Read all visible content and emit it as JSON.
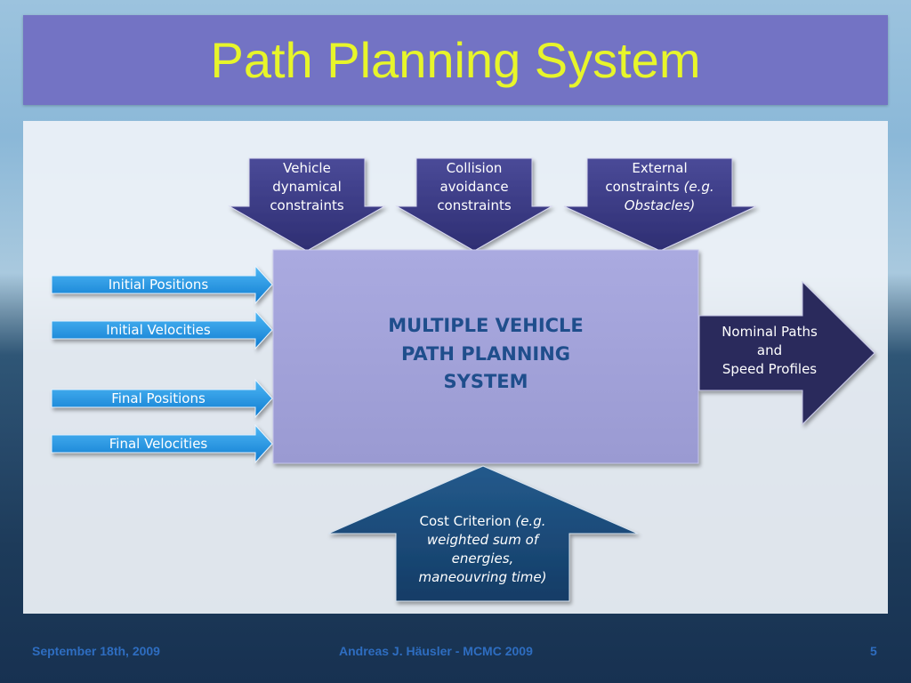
{
  "slide": {
    "title": "Path Planning System"
  },
  "constraints": [
    {
      "line1": "Vehicle",
      "line2": "dynamical",
      "line3": "constraints"
    },
    {
      "line1": "Collision",
      "line2": "avoidance",
      "line3": "constraints"
    },
    {
      "line1": "External",
      "line2": "constraints",
      "line2_italic": "(e.g.",
      "line3": "Obstacles)"
    }
  ],
  "inputs": [
    "Initial Positions",
    "Initial Velocities",
    "Final Positions",
    "Final Velocities"
  ],
  "center_box": {
    "line1": "MULTIPLE VEHICLE",
    "line2": "PATH PLANNING",
    "line3": "SYSTEM"
  },
  "output": {
    "line1": "Nominal Paths",
    "line2": "and",
    "line3": "Speed Profiles"
  },
  "cost": {
    "line1_plain": "Cost Criterion",
    "line1_italic": "(e.g.",
    "line2": "weighted sum of",
    "line3": "energies,",
    "line4": "maneouvring time)"
  },
  "footer": {
    "date": "September 18th, 2009",
    "author": "Andreas J. Häusler - MCMC 2009",
    "page": "5"
  },
  "colors": {
    "title_bg": "#7373c4",
    "title_text": "#e7f52a",
    "constraint_arrow": "#3a3a84",
    "input_arrow": "#1c8fe0",
    "center_box": "#a2a2d8",
    "output_arrow": "#2b2b5c",
    "cost_arrow": "#1b4a78",
    "footer_text": "#2e6dc0"
  }
}
